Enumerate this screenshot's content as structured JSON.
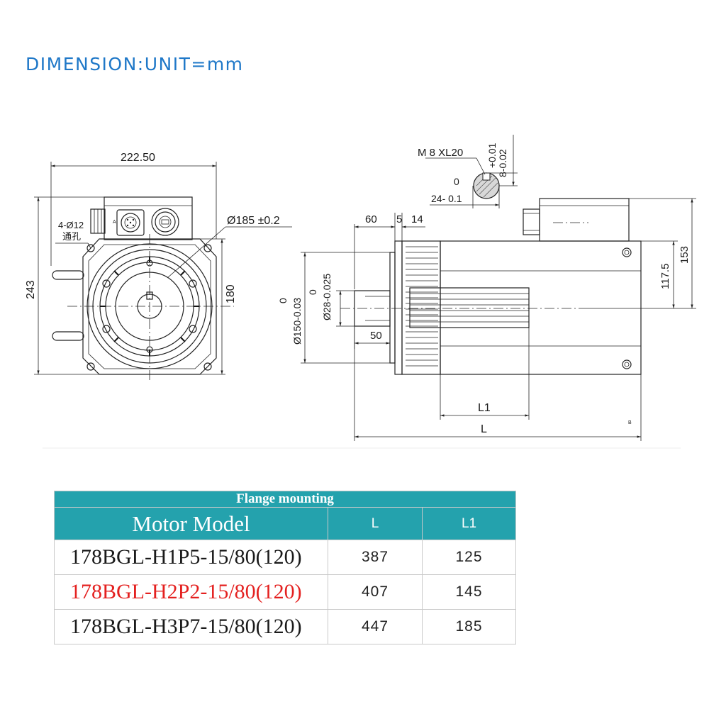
{
  "heading": "DIMENSION:UNIT=mm",
  "front_view": {
    "width_label": "222.50",
    "height_label": "243",
    "inner_height_label": "180",
    "hole_label": "4-Ø12",
    "hole_note": "通孔",
    "pcd_label": "Ø185 ±0.2",
    "connector_mark": "A"
  },
  "side_view": {
    "dim_60": "60",
    "dim_5": "5",
    "dim_14": "14",
    "dim_50": "50",
    "dim_117_5": "117.5",
    "dim_153": "153",
    "dim_L1": "L1",
    "dim_L": "L",
    "mark_b": "B",
    "spigot_tol_upper": "0",
    "spigot_label": "Ø150-0.03",
    "shaft_tol_upper": "0",
    "shaft_label": "Ø28-0.025"
  },
  "key_detail": {
    "thread": "M 8 XL20",
    "depth_upper": "+0.01",
    "depth_label": "8-0.02",
    "width_upper": "0",
    "width_label": "24- 0.1"
  },
  "table": {
    "caption": "Flange mounting",
    "columns": [
      "Motor Model",
      "L",
      "L1"
    ],
    "rows": [
      {
        "model": "178BGL-H1P5-15/80(120)",
        "L": "387",
        "L1": "125"
      },
      {
        "model": "178BGL-H2P2-15/80(120)",
        "L": "407",
        "L1": "145"
      },
      {
        "model": "178BGL-H3P7-15/80(120)",
        "L": "447",
        "L1": "185"
      }
    ]
  },
  "colors": {
    "heading": "#1f78c8",
    "table_header": "#24a2ad",
    "highlight_row_text": "#e4201f"
  }
}
